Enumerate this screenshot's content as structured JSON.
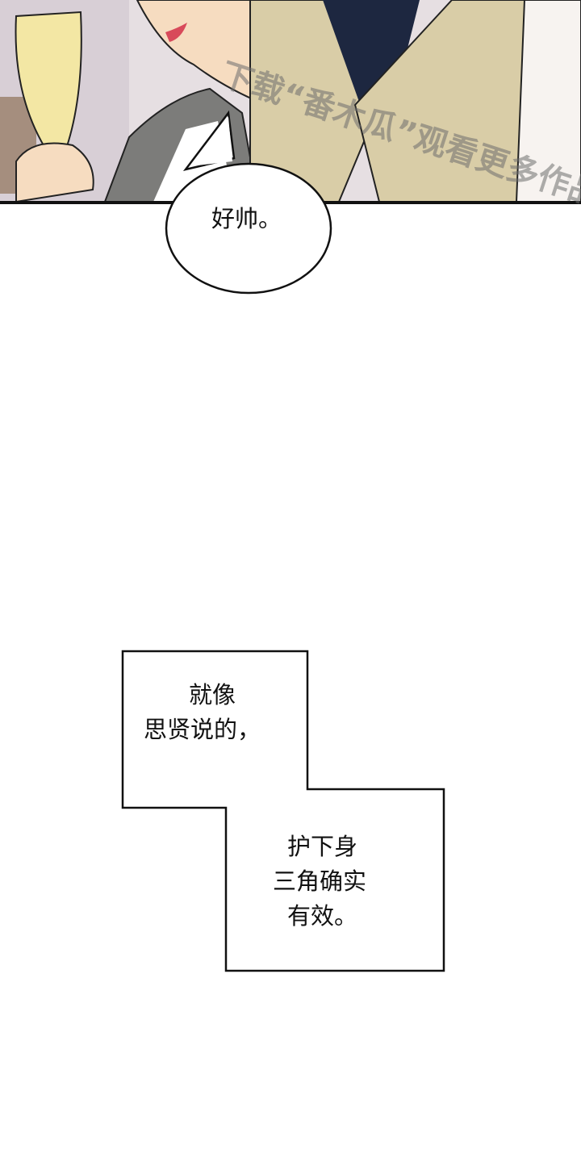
{
  "panel_top": {
    "speech_bubble": "好帅。",
    "watermark": "下载“番木瓜”观看更多作品 APP"
  },
  "caption_box": {
    "part1": [
      "就像",
      "思贤说的，"
    ],
    "part2": [
      "护下身",
      "三角确实",
      "有效。"
    ]
  },
  "colors": {
    "wine": "#f3e7a4",
    "jacket": "#7c7c7a",
    "skin": "#f6dcc0",
    "beige": "#d9cda7",
    "night": "#1d2740"
  }
}
